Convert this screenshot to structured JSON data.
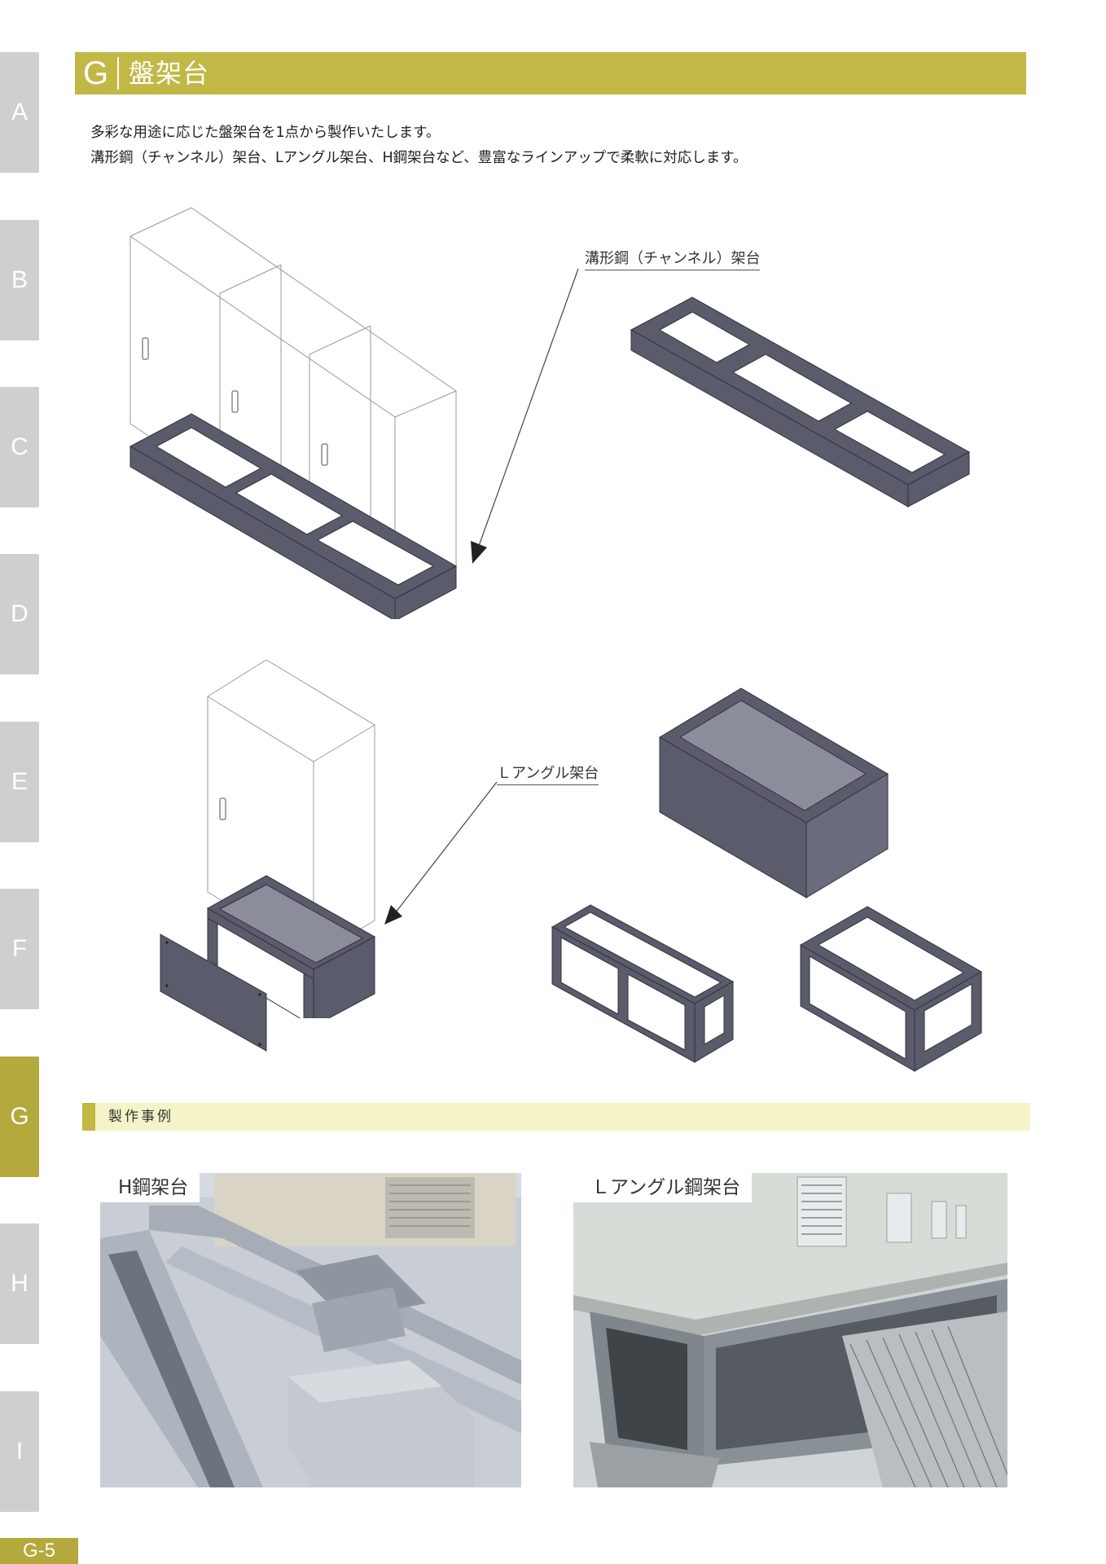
{
  "sidebar": {
    "tabs": [
      {
        "label": "A",
        "active": false
      },
      {
        "label": "B",
        "active": false
      },
      {
        "label": "C",
        "active": false
      },
      {
        "label": "D",
        "active": false
      },
      {
        "label": "E",
        "active": false
      },
      {
        "label": "F",
        "active": false
      },
      {
        "label": "G",
        "active": true
      },
      {
        "label": "H",
        "active": false
      },
      {
        "label": "I",
        "active": false
      }
    ]
  },
  "header": {
    "letter": "G",
    "title": "盤架台"
  },
  "intro": {
    "line1": "多彩な用途に応じた盤架台を1点から製作いたします。",
    "line2": "溝形鋼（チャンネル）架台、Lアングル架台、H鋼架台など、豊富なラインアップで柔軟に対応します。"
  },
  "diagrams": {
    "channel_label": "溝形鋼（チャンネル）架台",
    "angle_label": "Ｌアングル架台"
  },
  "section": {
    "label": "製作事例"
  },
  "photos": [
    {
      "label": "H鋼架台"
    },
    {
      "label": "Ｌアングル鋼架台"
    }
  ],
  "footer": {
    "page": "G-5"
  },
  "colors": {
    "accent": "#c2b846",
    "tab_inactive": "#cfcfcf",
    "steel": "#5a5b6b",
    "section_bg": "#f4f4c8"
  }
}
